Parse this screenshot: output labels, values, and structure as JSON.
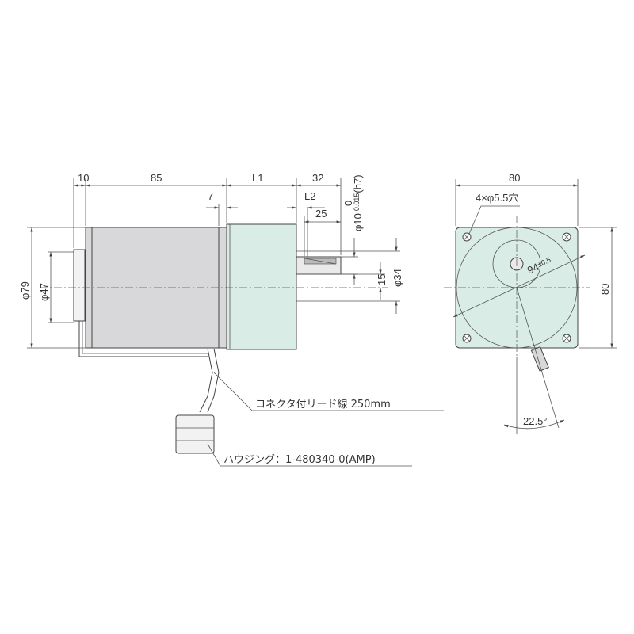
{
  "side_view": {
    "dims": {
      "d10": "10",
      "d85": "85",
      "L1": "L1",
      "d32": "32",
      "d7": "7",
      "L2": "L2",
      "d25": "25",
      "phi79": "φ79",
      "phi47": "φ47",
      "d15": "15",
      "phi34": "φ34",
      "shaft_main": "φ10",
      "shaft_tol": "-0.015",
      "shaft_tol_zero": "0",
      "shaft_fit": "(h7)"
    },
    "callouts": {
      "lead_wire": "コネクタ付リード線 250mm",
      "housing": "ハウジング：1-480340-0(AMP)"
    }
  },
  "front_view": {
    "dims": {
      "width": "80",
      "height": "80",
      "holes": "4×φ5.5穴",
      "pcd_main": "94",
      "pcd_tol": "±0.5",
      "angle": "22.5°"
    }
  }
}
